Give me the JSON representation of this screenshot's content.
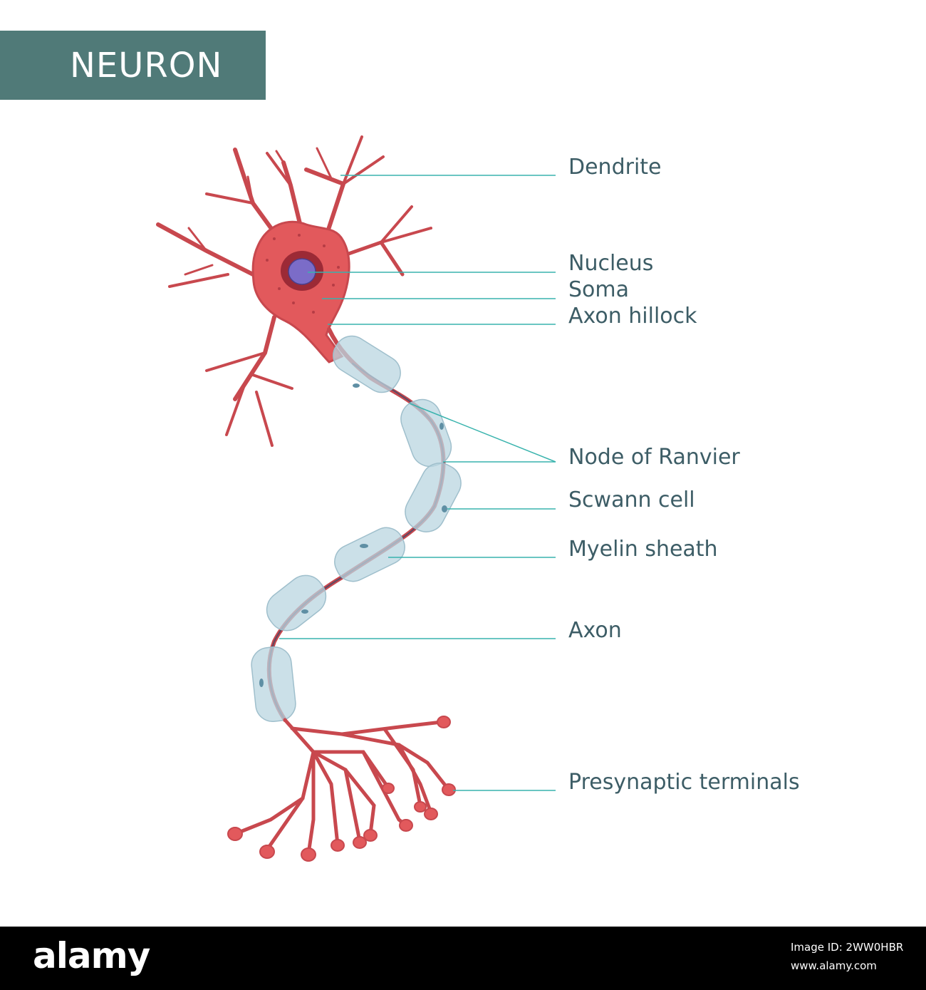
{
  "title": "NEURON",
  "watermark": {
    "text": "alamy",
    "mark": "a"
  },
  "labels": {
    "dendrite": "Dendrite",
    "nucleus": "Nucleus",
    "soma": "Soma",
    "axon_hillock": "Axon hillock",
    "node_of_ranvier": "Node of Ranvier",
    "schwann_cell": "Scwann cell",
    "myelin_sheath": "Myelin sheath",
    "axon": "Axon",
    "presynaptic_terminals": "Presynaptic terminals"
  },
  "footer": {
    "logo": "alamy",
    "image_id": "Image ID: 2WW0HBR",
    "site": "www.alamy.com"
  },
  "colors": {
    "title_bg": "#507a78",
    "label_text": "#3d5d66",
    "leader_line": "#38b3ad",
    "neuron": "#c8484e",
    "soma": "#e2595c",
    "nucleus": "#7b6cc8",
    "sheath": "#b9d6e0"
  }
}
